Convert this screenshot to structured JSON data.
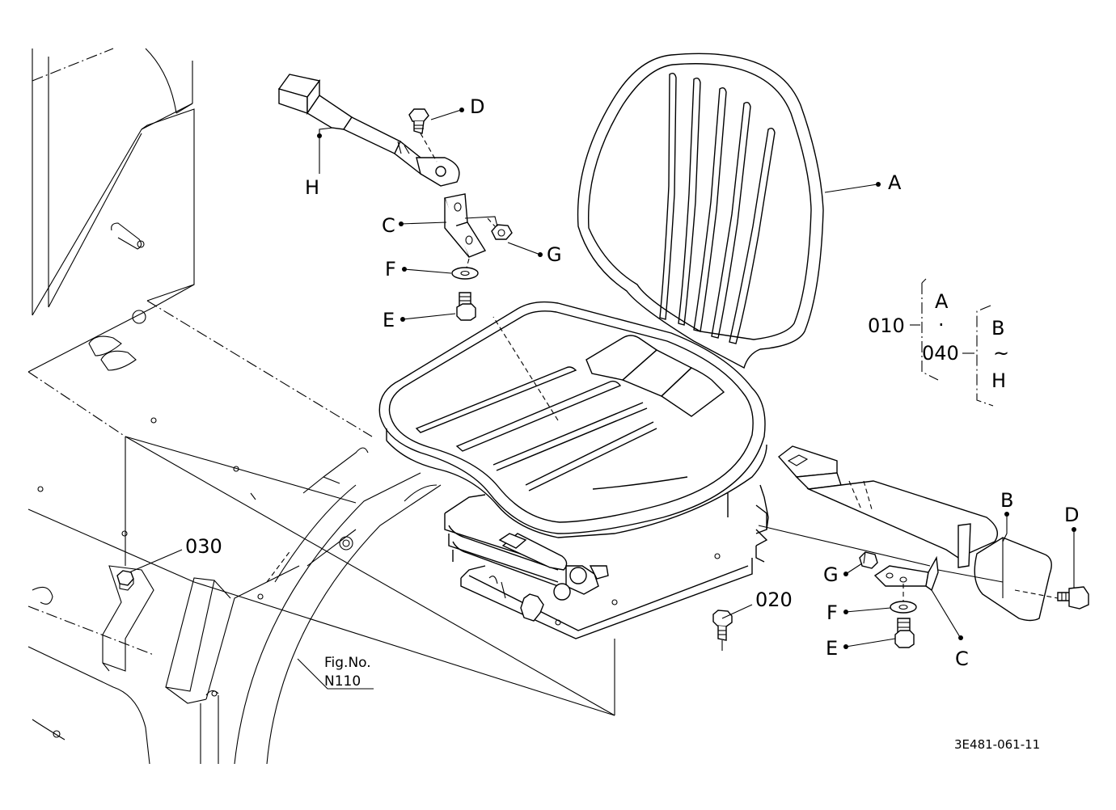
{
  "labels": {
    "A": "A",
    "B": "B",
    "C": "C",
    "D": "D",
    "E": "E",
    "F": "F",
    "G": "G",
    "H": "H"
  },
  "parts": {
    "p010": "010",
    "p020": "020",
    "p030": "030",
    "p040": "040"
  },
  "group": {
    "top": "A",
    "dot": "·",
    "mid": "040",
    "range_start": "B",
    "tilde": "~",
    "range_end": "H"
  },
  "fig_ref": {
    "line1": "Fig.No.",
    "line2": "N110"
  },
  "drawing_code": "3E481-061-11"
}
